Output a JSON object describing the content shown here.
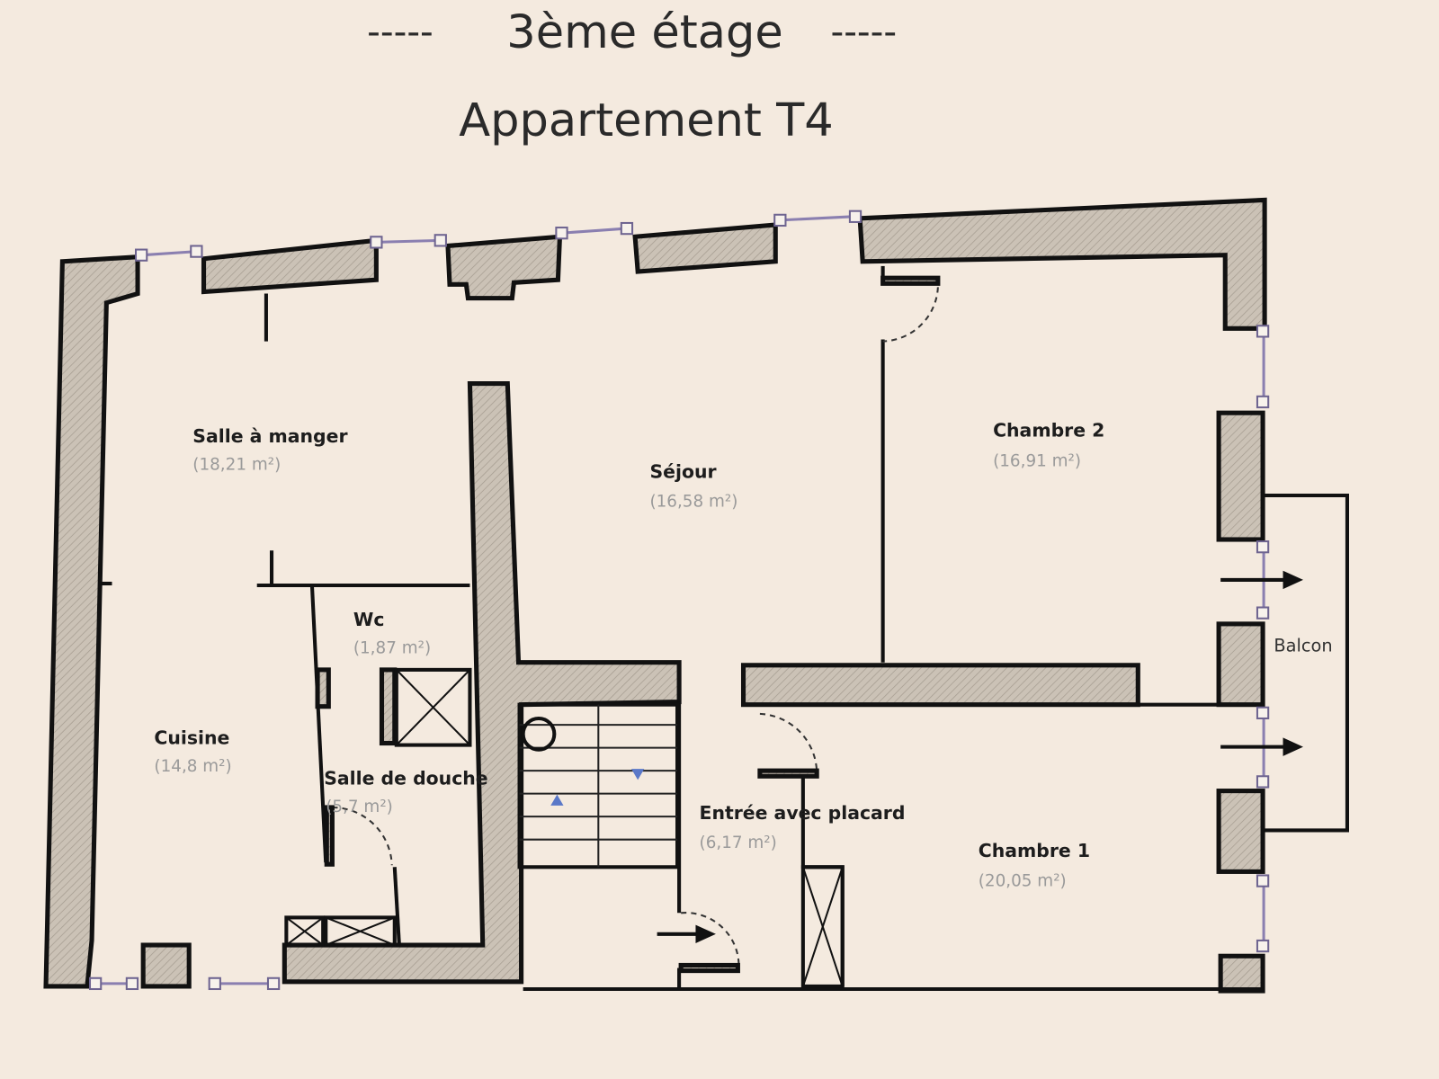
{
  "header": {
    "dashes_left": "-----",
    "floor": "3ème étage",
    "dashes_right": "-----",
    "apartment": "Appartement T4"
  },
  "rooms": [
    {
      "name": "Salle à manger",
      "area": "(18,21 m²)"
    },
    {
      "name": "Séjour",
      "area": "(16,58 m²)"
    },
    {
      "name": "Chambre 2",
      "area": "(16,91 m²)"
    },
    {
      "name": "Wc",
      "area": "(1,87 m²)"
    },
    {
      "name": "Cuisine",
      "area": "(14,8 m²)"
    },
    {
      "name": "Salle de douche",
      "area": "(5,7 m²)"
    },
    {
      "name": "Entrée avec placard",
      "area": "(6,17 m²)"
    },
    {
      "name": "Chambre 1",
      "area": "(20,05 m²)"
    }
  ],
  "balcony": {
    "label": "Balcon"
  },
  "colors": {
    "background": "#f4eadf",
    "wall": "#c8bfb3",
    "window": "#8a7fb0",
    "stair_arrow": "#5a78c8"
  }
}
